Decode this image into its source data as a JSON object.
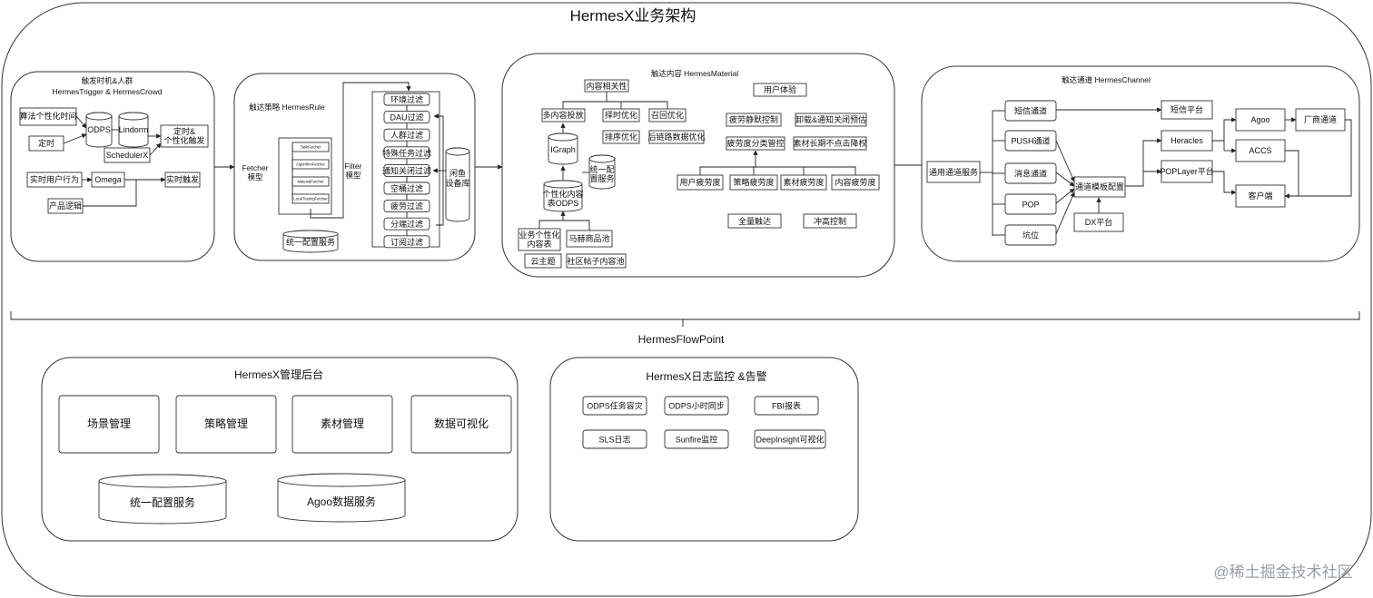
{
  "title": "HermesX业务架构",
  "flowpoint": "HermesFlowPoint",
  "trigger": {
    "title1": "触发时机&人群",
    "title2": "HermesTrigger & HermesCrowd",
    "algo_time": "算法个性化时间",
    "timing": "定时",
    "odps": "ODPS",
    "lindorm": "Lindorm",
    "timed_trigger_1": "定时&",
    "timed_trigger_2": "个性化触发",
    "schedulerx": "SchedulerX",
    "realtime_user": "实时用户行为",
    "omega": "Omega",
    "realtime_trigger": "实时触发",
    "product_logic": "产品逻辑"
  },
  "rule": {
    "title": "触达策略   HermesRule",
    "fetcher_1": "Fetcher",
    "fetcher_2": "模型",
    "filter_1": "Filter",
    "filter_2": "模型",
    "fetchers": [
      "TaskFetcher",
      "AlgorithmFetcher",
      "MaterialFetcher",
      "LocalTestingFetcher"
    ],
    "config_service": "统一配置服务",
    "filters": [
      "环境过滤",
      "DAU过滤",
      "人群过滤",
      "特殊任务过滤",
      "通知关闭过滤",
      "空桶过滤",
      "疲劳过滤",
      "分端过滤",
      "订阅过滤"
    ],
    "xianyu_db_1": "闲鱼",
    "xianyu_db_2": "设备库"
  },
  "material": {
    "title": "触达内容   HermesMaterial",
    "content_relevance": "内容相关性",
    "multi_content": "多内容投放",
    "timing_opt": "择时优化",
    "recall_opt": "召回优化",
    "rank_opt": "排序优化",
    "chain_opt": "后链路数据优化",
    "igraph": "IGraph",
    "config_1": "统一配",
    "config_2": "置服务",
    "personal_odps_1": "个性化内容",
    "personal_odps_2": "表ODPS",
    "biz_content_1": "业务个性化",
    "biz_content_2": "内容表",
    "mahe_pool": "马赫商品池",
    "cloud_theme": "云主题",
    "community_pool": "社区帖子内容池",
    "user_experience": "用户体验",
    "fatigue_silence": "疲劳静默控制",
    "uninstall_predict": "卸载&通知关闭预估",
    "fatigue_category": "疲劳度分类管控",
    "material_downgrade": "素材长期不点击降权",
    "fatigue_items": [
      "用户疲劳度",
      "策略疲劳度",
      "素材疲劳度",
      "内容疲劳度"
    ],
    "full_reach": "全量触达",
    "peak_control": "冲高控制"
  },
  "channel": {
    "title": "触达通道   HermesChannel",
    "general_service": "通用通道服务",
    "channels": [
      "短信通道",
      "PUSH通道",
      "消息通道",
      "POP",
      "坑位"
    ],
    "template_config": "通道模板配置",
    "dx_platform": "DX平台",
    "sms_platform": "短信平台",
    "heracles": "Heracles",
    "poplayer": "POPLayer平台",
    "agoo": "Agoo",
    "accs": "ACCS",
    "vendor_channel": "厂商通道",
    "client": "客户端"
  },
  "admin": {
    "title": "HermesX管理后台",
    "tiles": [
      "场景管理",
      "策略管理",
      "素材管理",
      "数据可视化"
    ],
    "config_service": "统一配置服务",
    "agoo_service": "Agoo数据服务"
  },
  "monitor": {
    "title": "HermesX日志监控 &告警",
    "items": [
      "ODPS任务容灾",
      "ODPS小时同步",
      "FBI报表",
      "SLS日志",
      "Sunfire监控",
      "DeepInsight可视化"
    ]
  },
  "watermark": "@稀土掘金技术社区"
}
